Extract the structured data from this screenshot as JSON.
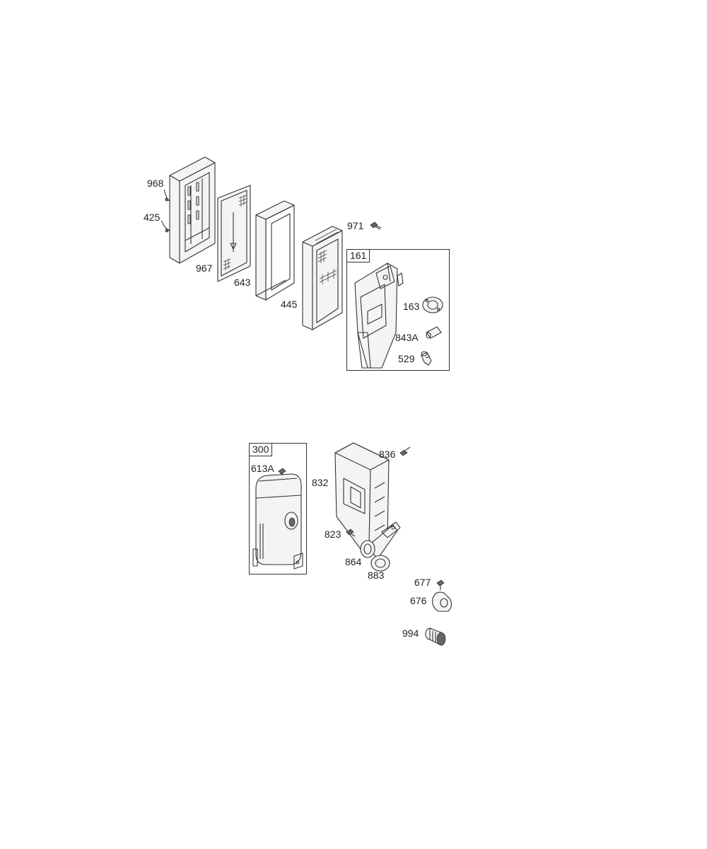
{
  "callouts": {
    "p968": "968",
    "p425": "425",
    "p967": "967",
    "p643": "643",
    "p445": "445",
    "p971": "971",
    "p163": "163",
    "p843a": "843A",
    "p529": "529",
    "p613a": "613A",
    "p836": "836",
    "p832": "832",
    "p823": "823",
    "p864": "864",
    "p883": "883",
    "p677": "677",
    "p676": "676",
    "p994": "994"
  },
  "kits": {
    "upper_kit": "161",
    "lower_kit": "300"
  },
  "colors": {
    "line": "#333333",
    "background": "#ffffff"
  }
}
